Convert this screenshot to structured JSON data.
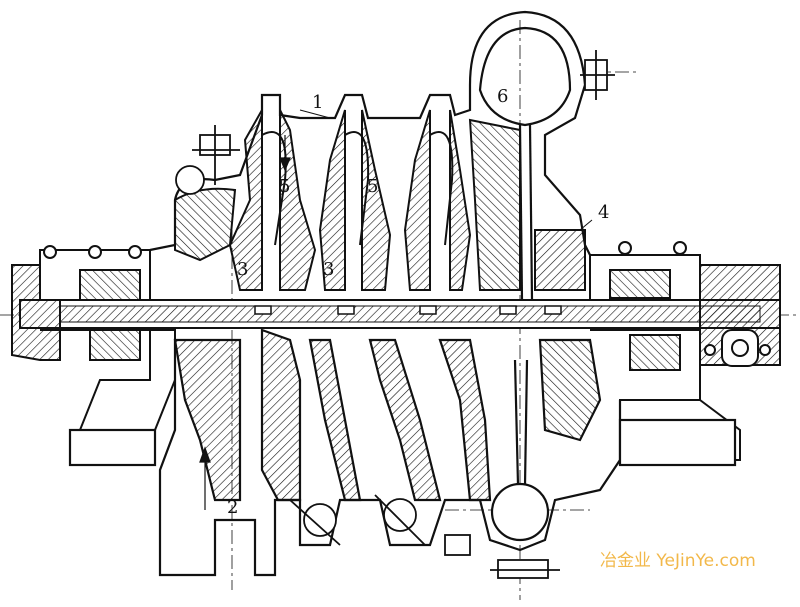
{
  "figure": {
    "labels": {
      "l1": "1",
      "l2": "2",
      "l3a": "3",
      "l3b": "3",
      "l4": "4",
      "l5a": "5",
      "l5b": "5",
      "l6": "6"
    },
    "watermark": "冶金业 YeJinYe.com"
  },
  "colors": {
    "line": "#111111",
    "watermark": "#f2b84a"
  }
}
